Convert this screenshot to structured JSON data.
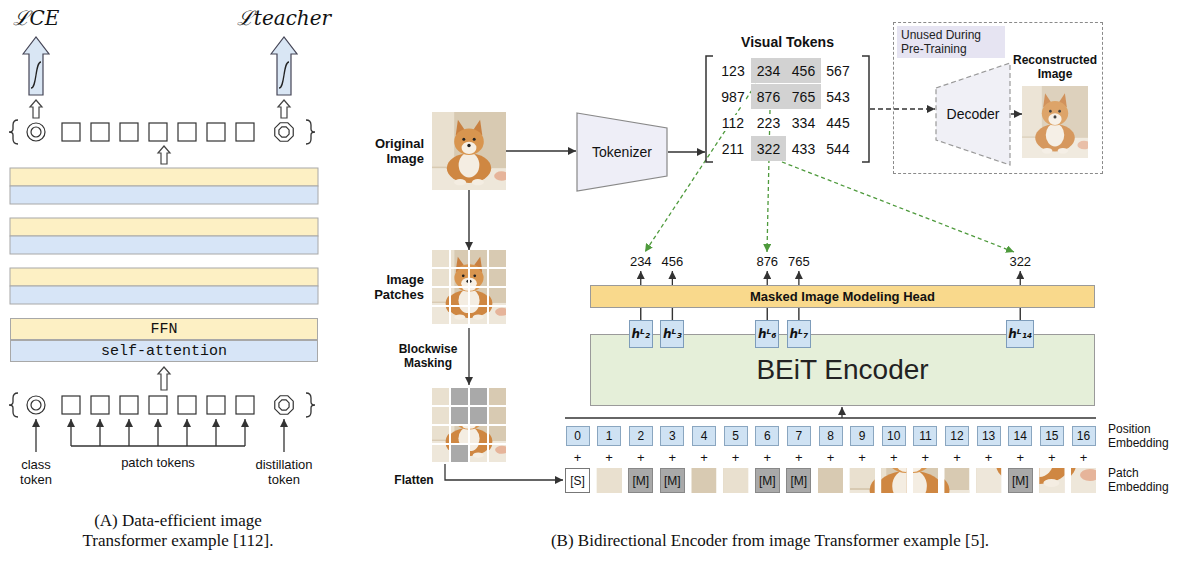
{
  "diagram": {
    "nodes": [
      {
        "text": [
          "ℒCE"
        ]
      },
      {
        "text": [
          "ℒteacher"
        ]
      },
      {
        "text": [
          "FFN"
        ]
      },
      {
        "text": [
          "self-attention"
        ]
      },
      {
        "text": [
          "Original Image"
        ]
      },
      {
        "text": [
          "Tokenizer"
        ]
      },
      {
        "text": [
          "Visual Tokens"
        ]
      },
      {
        "text": [
          "234"
        ],
        "in": 6
      },
      {
        "text": [
          "456"
        ],
        "in": 6
      },
      {
        "text": [
          "876"
        ],
        "in": 6
      },
      {
        "text": [
          "765"
        ],
        "in": 6
      },
      {
        "text": [
          "322"
        ],
        "in": 6
      },
      {
        "text": [
          "Unused During Pre-Training"
        ]
      },
      {
        "text": [
          "Decoder"
        ],
        "in": 12
      },
      {
        "text": [
          "Reconstructed Image"
        ],
        "in": 12
      },
      {
        "text": [
          "Image Patches"
        ]
      },
      {
        "text": [
          "Masked Image Modeling Head"
        ]
      },
      {
        "text": [
          "hᴸ₂"
        ]
      },
      {
        "text": [
          "hᴸ₃"
        ]
      },
      {
        "text": [
          "hᴸ₆"
        ]
      },
      {
        "text": [
          "hᴸ₇"
        ]
      },
      {
        "text": [
          "hᴸ₁₄"
        ]
      },
      {
        "text": [
          "BEiT Encoder"
        ]
      },
      {
        "text": [
          "0"
        ]
      },
      {
        "text": [
          "1"
        ]
      },
      {
        "text": [
          "2"
        ]
      },
      {
        "text": [
          "3"
        ]
      },
      {
        "text": [
          "4"
        ]
      },
      {
        "text": [
          "5"
        ]
      },
      {
        "text": [
          "6"
        ]
      },
      {
        "text": [
          "7"
        ]
      },
      {
        "text": [
          "8"
        ]
      },
      {
        "text": [
          "9"
        ]
      },
      {
        "text": [
          "10"
        ]
      },
      {
        "text": [
          "11"
        ]
      },
      {
        "text": [
          "12"
        ]
      },
      {
        "text": [
          "13"
        ]
      },
      {
        "text": [
          "14"
        ]
      },
      {
        "text": [
          "15"
        ]
      },
      {
        "text": [
          "16"
        ]
      },
      {
        "text": [
          "[S]"
        ]
      },
      {
        "text": [
          "[M]"
        ]
      },
      {
        "text": [
          "[M]"
        ]
      },
      {
        "text": [
          "[M]"
        ]
      },
      {
        "text": [
          "[M]"
        ]
      },
      {
        "text": [
          "[M]"
        ]
      }
    ],
    "edges": [
      {
        "from": 4,
        "to": 5,
        "arrow": "to"
      },
      {
        "from": 5,
        "to": 6,
        "arrow": "to"
      },
      {
        "from": 6,
        "to": 13,
        "arrow": "to"
      },
      {
        "from": 13,
        "to": 14,
        "arrow": "to"
      },
      {
        "from": 4,
        "to": 15,
        "arrow": "to"
      },
      {
        "from": 17,
        "to": 16,
        "arrow": "none"
      },
      {
        "from": 18,
        "to": 16,
        "arrow": "none"
      },
      {
        "from": 19,
        "to": 16,
        "arrow": "none"
      },
      {
        "from": 20,
        "to": 16,
        "arrow": "none"
      },
      {
        "from": 21,
        "to": 16,
        "arrow": "none"
      }
    ],
    "labels": [
      "class token",
      "patch tokens",
      "distillation token",
      "(A) Data-efficient image Transformer example [112].",
      "123",
      "567",
      "987",
      "543",
      "112",
      "223",
      "334",
      "445",
      "211",
      "433",
      "544",
      "Blockwise Masking",
      "Flatten",
      "234",
      "456",
      "876",
      "765",
      "322",
      "Position Embedding",
      "Patch Embedding",
      "+",
      "+",
      "+",
      "+",
      "+",
      "+",
      "+",
      "+",
      "+",
      "+",
      "+",
      "+",
      "+",
      "+",
      "+",
      "+",
      "+",
      "(B) Bidirectional Encoder from image Transformer example [5]."
    ]
  }
}
